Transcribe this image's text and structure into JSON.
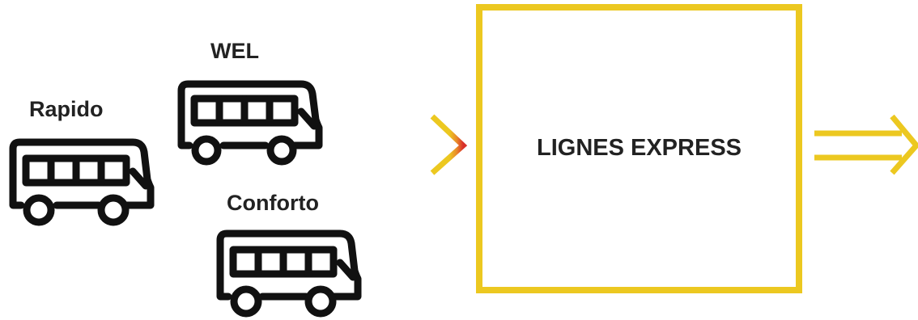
{
  "buses": {
    "wel": {
      "label": "WEL",
      "icon": "bus-icon"
    },
    "rapido": {
      "label": "Rapido",
      "icon": "bus-icon"
    },
    "conforto": {
      "label": "Conforto",
      "icon": "bus-icon"
    }
  },
  "box": {
    "label": "LIGNES EXPRESS"
  },
  "colors": {
    "box_border": "#ecc820",
    "arrow_yellow": "#ecc820",
    "arrow_red": "#d8302a",
    "bus_stroke": "#111111",
    "text": "#222222"
  },
  "icons": {
    "arrow_in": "double-arrow-right-icon",
    "arrow_out": "double-arrow-right-icon"
  }
}
